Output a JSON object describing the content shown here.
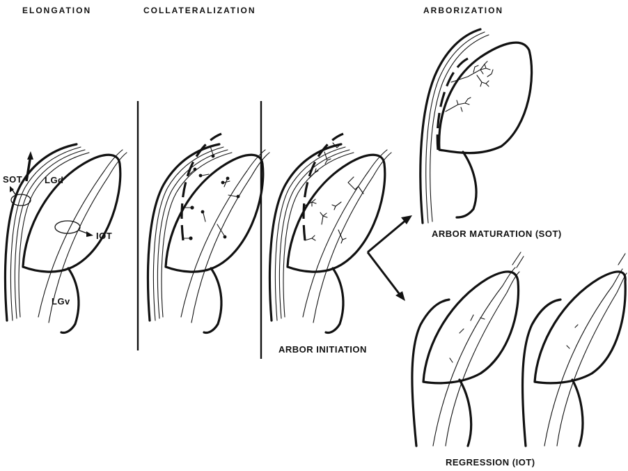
{
  "stages": {
    "elongation": "ELONGATION",
    "collateralization": "COLLATERALIZATION",
    "arborization": "ARBORIZATION"
  },
  "labels": {
    "sot": "SOT",
    "lgd": "LGd",
    "iot": "IOT",
    "lgv": "LGv",
    "arbor_initiation": "ARBOR INITIATION",
    "arbor_maturation": "ARBOR MATURATION (SOT)",
    "regression": "REGRESSION (IOT)"
  }
}
